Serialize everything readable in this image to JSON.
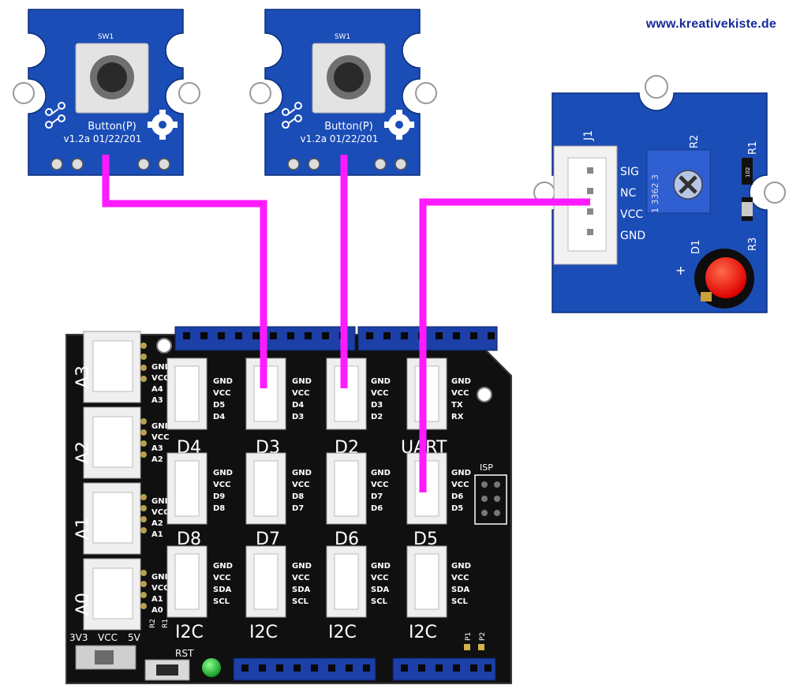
{
  "watermark": "www.kreativekiste.de",
  "button_modules": [
    {
      "id": "SW1",
      "name": "Button(P)",
      "version": "v1.2a 01/22/201"
    },
    {
      "id": "SW1",
      "name": "Button(P)",
      "version": "v1.2a 01/22/201"
    }
  ],
  "led_module": {
    "connector": "J1",
    "pins": [
      "SIG",
      "NC",
      "VCC",
      "GND"
    ],
    "parts": [
      "R2",
      "R1",
      "R3",
      "D1"
    ],
    "plus": "+",
    "pot_code": "1 3362 3",
    "resistor_code": "102",
    "led_color": "#ff1a00"
  },
  "shield": {
    "left_ports": [
      {
        "label": "A3",
        "pins": [
          "GND",
          "VCC",
          "A4",
          "A3"
        ]
      },
      {
        "label": "A2",
        "pins": [
          "GND",
          "VCC",
          "A3",
          "A2"
        ]
      },
      {
        "label": "A1",
        "pins": [
          "GND",
          "VCC",
          "A2",
          "A1"
        ]
      },
      {
        "label": "A0",
        "pins": [
          "GND",
          "VCC",
          "A1",
          "A0"
        ]
      }
    ],
    "digital_row1": [
      {
        "label": "D4",
        "pins": [
          "GND",
          "VCC",
          "D5",
          "D4"
        ]
      },
      {
        "label": "D3",
        "pins": [
          "GND",
          "VCC",
          "D4",
          "D3"
        ]
      },
      {
        "label": "D2",
        "pins": [
          "GND",
          "VCC",
          "D3",
          "D2"
        ]
      },
      {
        "label": "UART",
        "pins": [
          "GND",
          "VCC",
          "TX",
          "RX"
        ]
      }
    ],
    "digital_row2": [
      {
        "label": "D8",
        "pins": [
          "GND",
          "VCC",
          "D9",
          "D8"
        ]
      },
      {
        "label": "D7",
        "pins": [
          "GND",
          "VCC",
          "D8",
          "D7"
        ]
      },
      {
        "label": "D6",
        "pins": [
          "GND",
          "VCC",
          "D7",
          "D6"
        ]
      },
      {
        "label": "D5",
        "pins": [
          "GND",
          "VCC",
          "D6",
          "D5"
        ]
      }
    ],
    "i2c_row": [
      {
        "label": "I2C",
        "pins": [
          "GND",
          "VCC",
          "SDA",
          "SCL"
        ]
      },
      {
        "label": "I2C",
        "pins": [
          "GND",
          "VCC",
          "SDA",
          "SCL"
        ]
      },
      {
        "label": "I2C",
        "pins": [
          "GND",
          "VCC",
          "SDA",
          "SCL"
        ]
      },
      {
        "label": "I2C",
        "pins": [
          "GND",
          "VCC",
          "SDA",
          "SCL"
        ]
      }
    ],
    "isp": "ISP",
    "power_switch": [
      "3V3",
      "VCC",
      "5V"
    ],
    "reset": "RST",
    "small_labels": [
      "R2",
      "R1",
      "P1",
      "P2"
    ],
    "power_led_color": "#22cc33"
  },
  "wiring": {
    "color": "#ff1aff",
    "connections": [
      {
        "from": "Button(P) #1",
        "to": "D3"
      },
      {
        "from": "Button(P) #2",
        "to": "D2"
      },
      {
        "from": "LED module J1",
        "to": "D5"
      }
    ]
  }
}
